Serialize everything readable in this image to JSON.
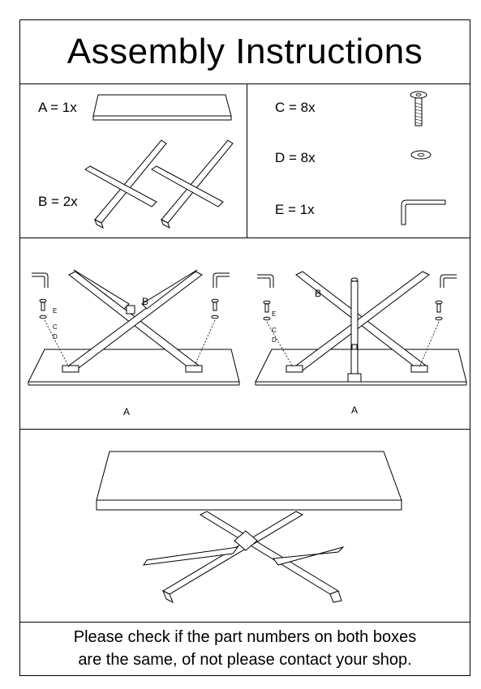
{
  "title": "Assembly Instructions",
  "parts": [
    {
      "letter": "A",
      "label": "A = 1x",
      "icon": "tabletop-icon"
    },
    {
      "letter": "B",
      "label": "B = 2x",
      "icon": "x-frame-leg-icon"
    },
    {
      "letter": "C",
      "label": "C = 8x",
      "icon": "bolt-icon"
    },
    {
      "letter": "D",
      "label": "D = 8x",
      "icon": "washer-icon"
    },
    {
      "letter": "E",
      "label": "E = 1x",
      "icon": "allen-key-icon"
    }
  ],
  "step1": {
    "left": {
      "part_a": "A",
      "part_b": "B",
      "e": "E",
      "c": "C",
      "d": "D"
    },
    "right": {
      "part_a": "A",
      "part_b": "B",
      "e": "E",
      "c": "C",
      "d": "D"
    }
  },
  "note": {
    "line1": "Please check if the part numbers on both boxes",
    "line2": "are the same, of not please contact your shop."
  },
  "colors": {
    "line": "#000000",
    "background": "#ffffff"
  }
}
